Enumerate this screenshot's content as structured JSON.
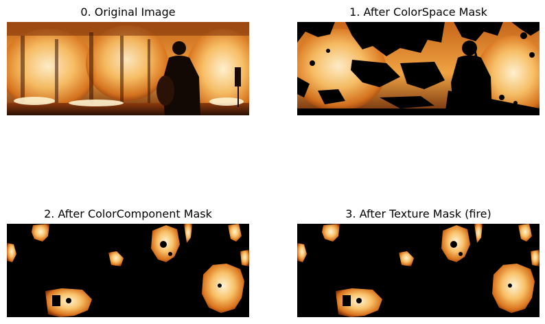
{
  "figure": {
    "panels": [
      {
        "title": "0. Original Image"
      },
      {
        "title": "1. After ColorSpace Mask"
      },
      {
        "title": "2. After ColorComponent Mask"
      },
      {
        "title": "3. After Texture Mask (fire)"
      }
    ]
  },
  "colors": {
    "fire_bright": "#fff1c8",
    "fire_mid": "#f6b04a",
    "fire_deep": "#b4460e",
    "mask_black": "#000000",
    "figure_silhouette": "#120804"
  }
}
